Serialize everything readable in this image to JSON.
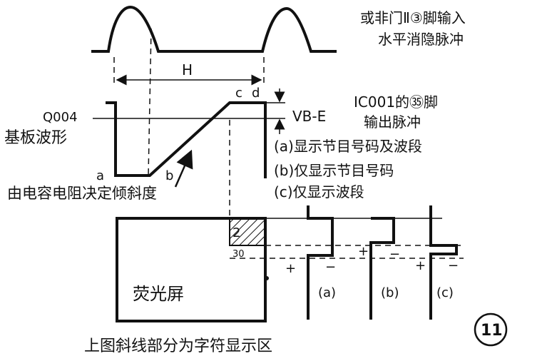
{
  "top_right": {
    "line1": "或非门Ⅱ③脚输入",
    "line2": "水平消隐脉冲"
  },
  "h_label": "H",
  "point_c": "c",
  "point_d": "d",
  "q_label": "Q004",
  "base_wave_label": "基板波形",
  "vbe_label": "VB-E",
  "point_a": "a",
  "point_b": "b",
  "ic_label": {
    "line1": "IC001的㉟脚",
    "line2": "输出脉冲"
  },
  "legend": {
    "a": "(a)显示节目号码及波段",
    "b": "(b)仅显示节目号码",
    "c": "(c)仅显示波段"
  },
  "slope_label": "由电容电阻决定倾斜度",
  "screen_label": "荧光屏",
  "char_area": {
    "num": "2",
    "sub": "30"
  },
  "wave_labels": {
    "a": "(a)",
    "b": "(b)",
    "c": "(c)",
    "plus": "+",
    "minus": "−"
  },
  "caption": "上图斜线部分为字符显示区",
  "figure_number": "11"
}
